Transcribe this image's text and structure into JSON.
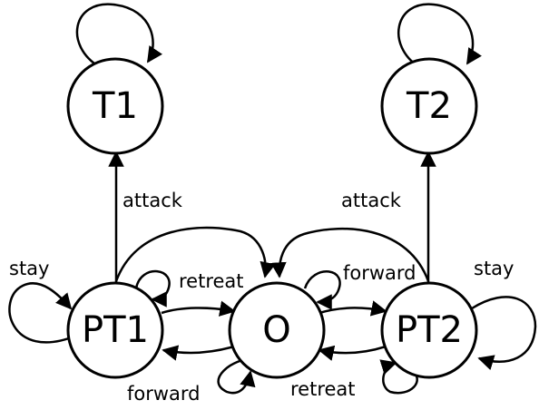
{
  "nodes": {
    "t1": "T1",
    "t2": "T2",
    "pt1": "PT1",
    "o": "O",
    "pt2": "PT2"
  },
  "edge_labels": {
    "attack_left": "attack",
    "attack_right": "attack",
    "stay_left": "stay",
    "stay_right": "stay",
    "retreat_top": "retreat",
    "forward_top": "forward",
    "forward_bottom": "forward",
    "retreat_bottom": "retreat"
  }
}
